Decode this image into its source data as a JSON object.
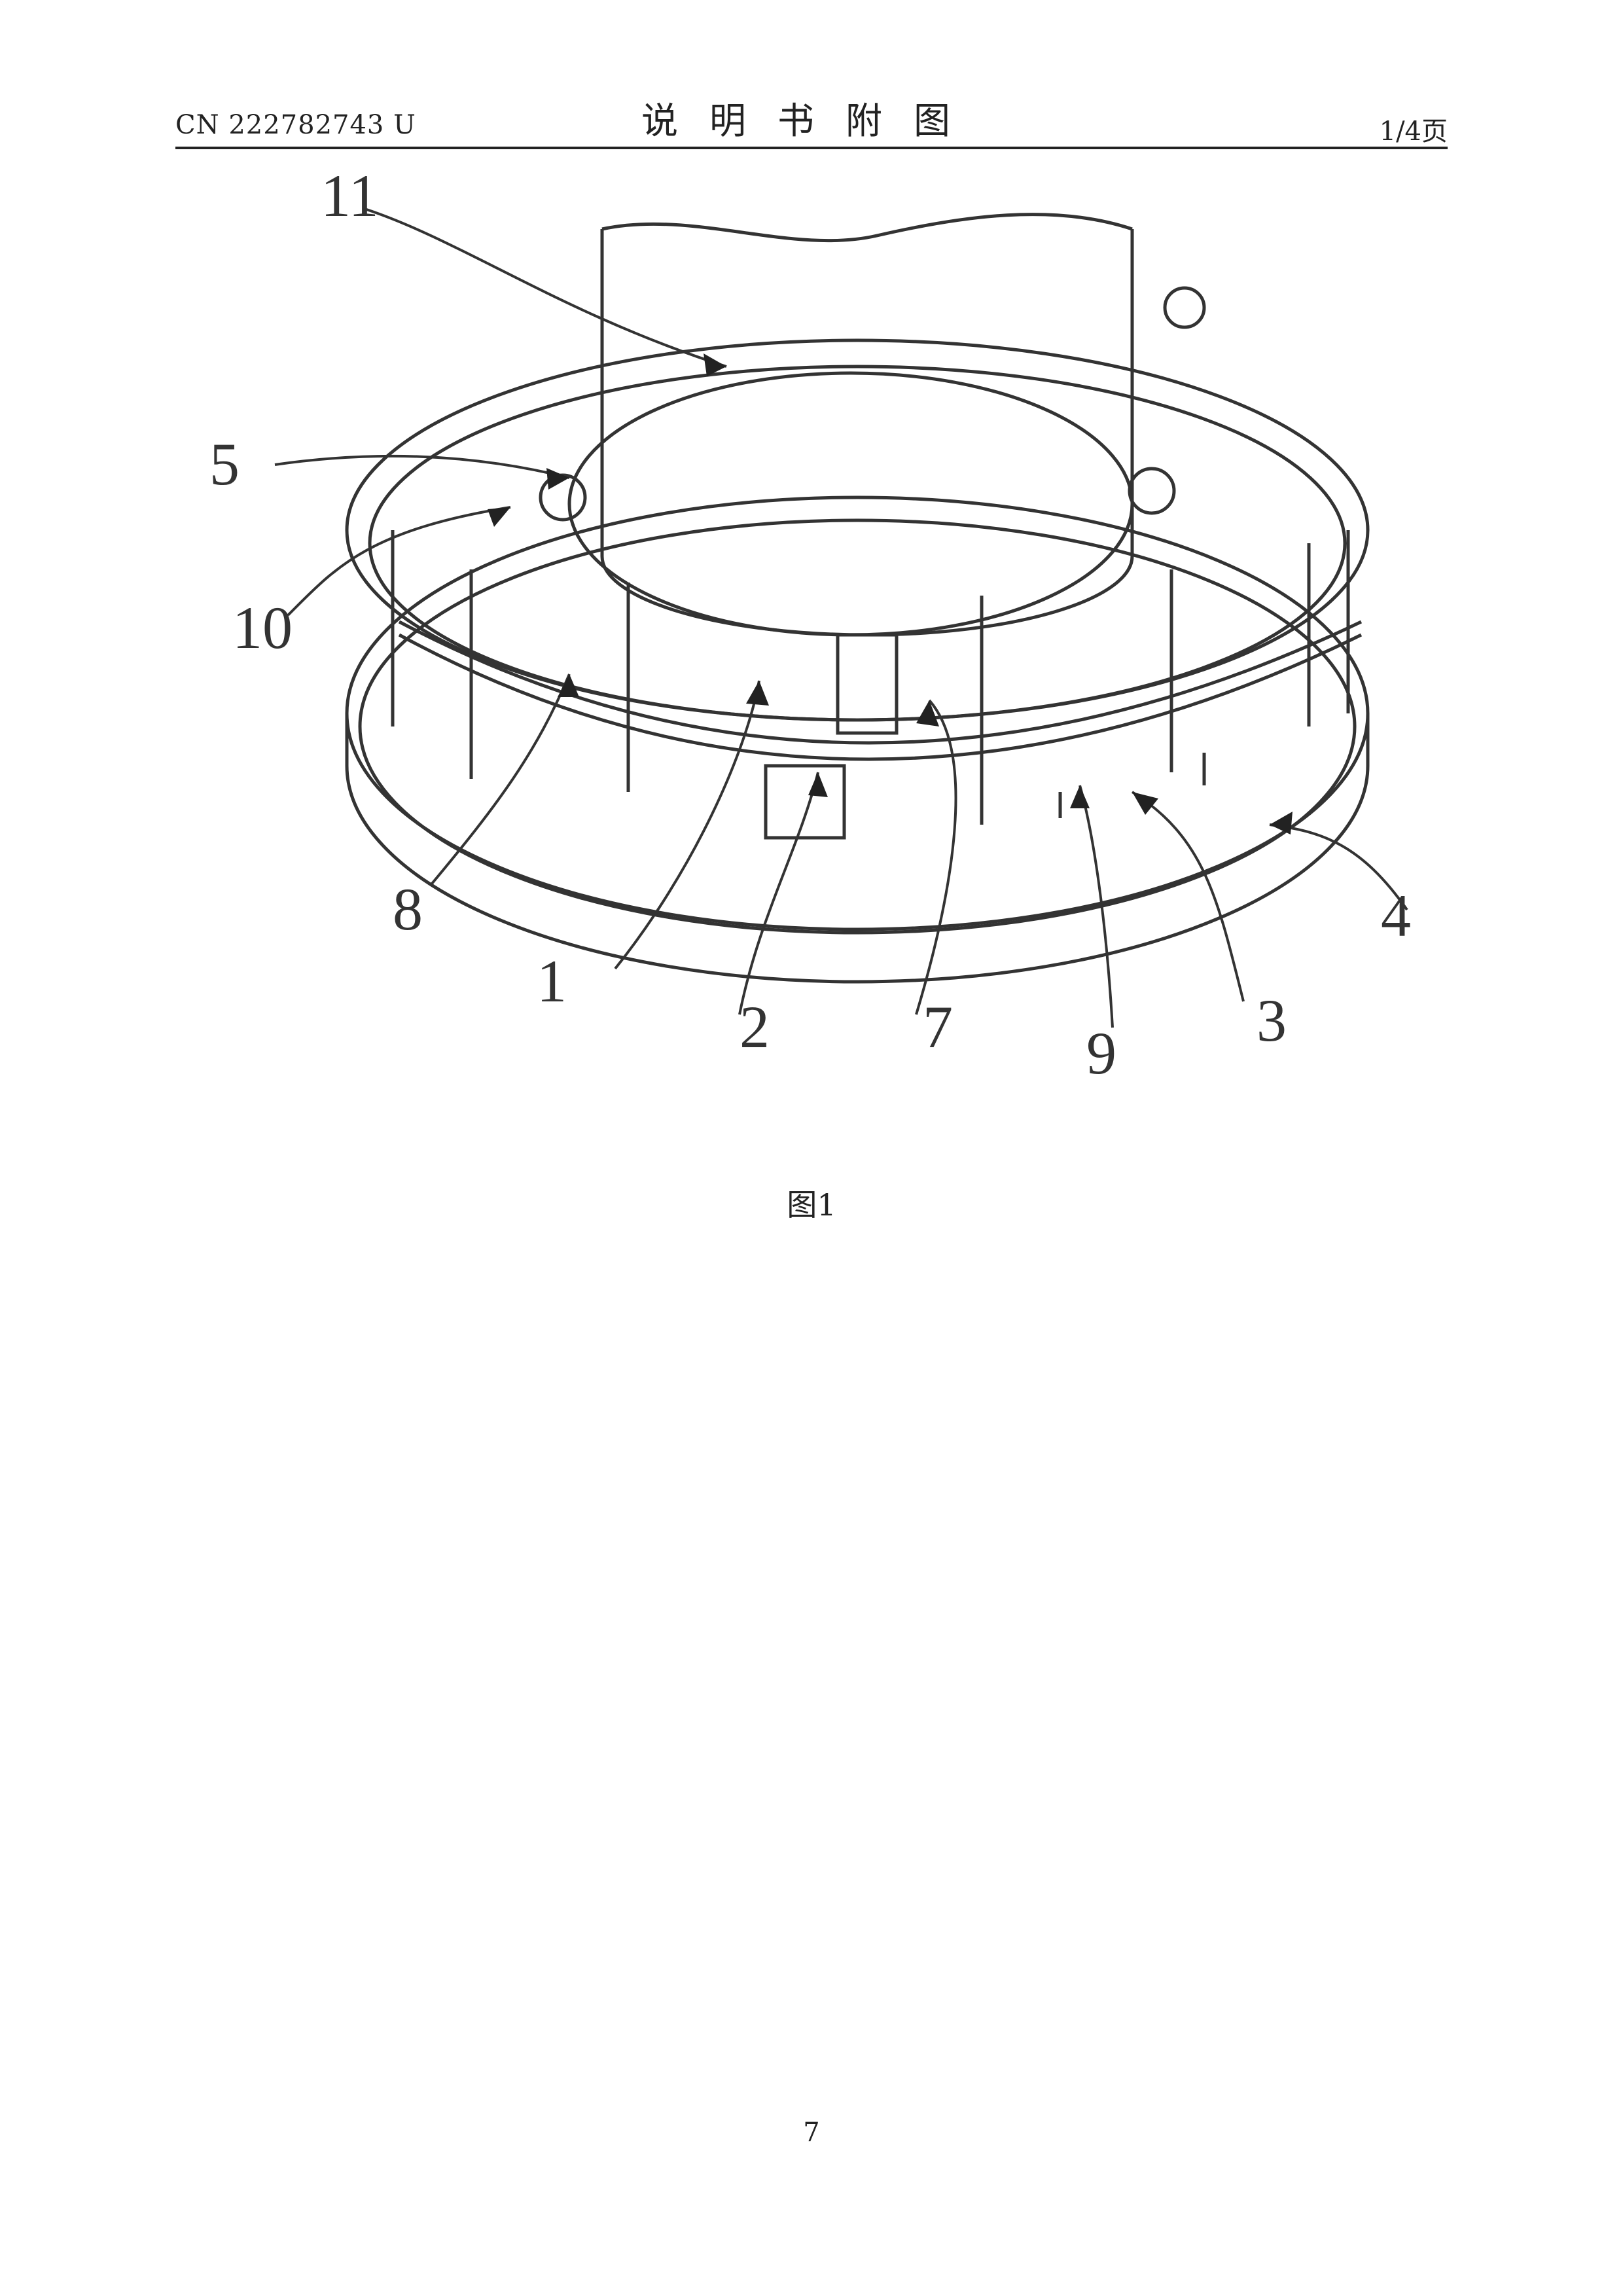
{
  "header": {
    "doc_number": "CN 222782743 U",
    "title": "说明书附图",
    "page_count": "1/4页"
  },
  "figure": {
    "callouts": [
      "11",
      "5",
      "10",
      "8",
      "1",
      "2",
      "7",
      "9",
      "3",
      "4"
    ],
    "caption": "图1"
  },
  "footer": {
    "page_number": "7"
  }
}
